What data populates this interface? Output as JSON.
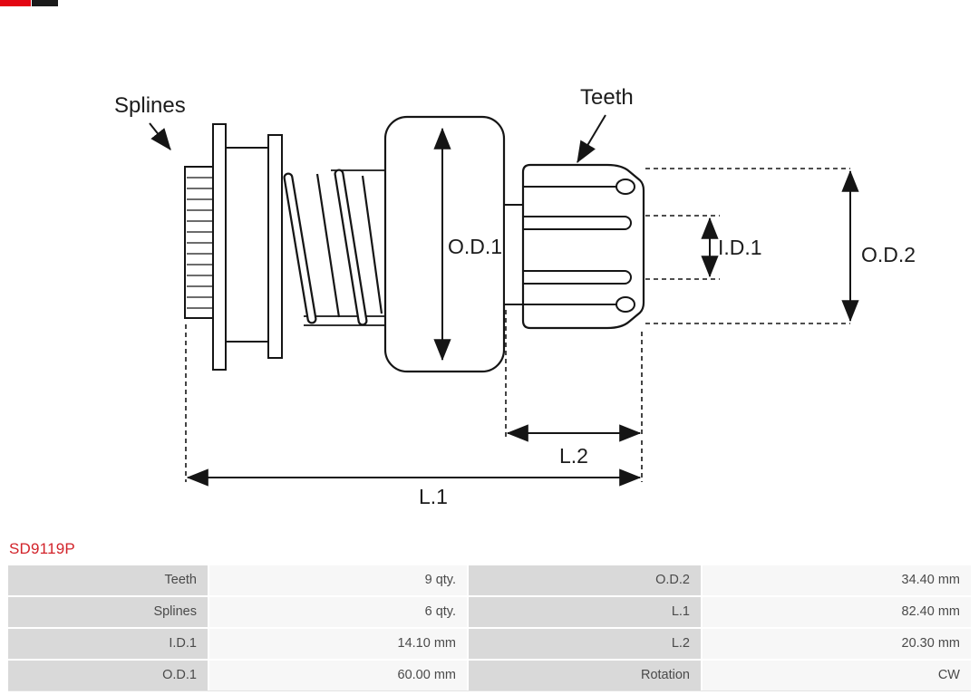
{
  "colors": {
    "logo_red": "#e30613",
    "logo_black": "#1a1a1a",
    "part_number_red": "#d2232a",
    "table_label_bg": "#d9d9d9",
    "table_value_bg": "#f7f7f7"
  },
  "part_number": "SD9119P",
  "diagram": {
    "labels": {
      "splines": "Splines",
      "teeth": "Teeth",
      "od1": "O.D.1",
      "id1": "I.D.1",
      "od2": "O.D.2",
      "l1": "L.1",
      "l2": "L.2"
    }
  },
  "spec_table": {
    "rows": [
      {
        "c0": "Teeth",
        "c1": "9 qty.",
        "c2": "O.D.2",
        "c3": "34.40 mm"
      },
      {
        "c0": "Splines",
        "c1": "6 qty.",
        "c2": "L.1",
        "c3": "82.40 mm"
      },
      {
        "c0": "I.D.1",
        "c1": "14.10 mm",
        "c2": "L.2",
        "c3": "20.30 mm"
      },
      {
        "c0": "O.D.1",
        "c1": "60.00 mm",
        "c2": "Rotation",
        "c3": "CW"
      }
    ]
  }
}
